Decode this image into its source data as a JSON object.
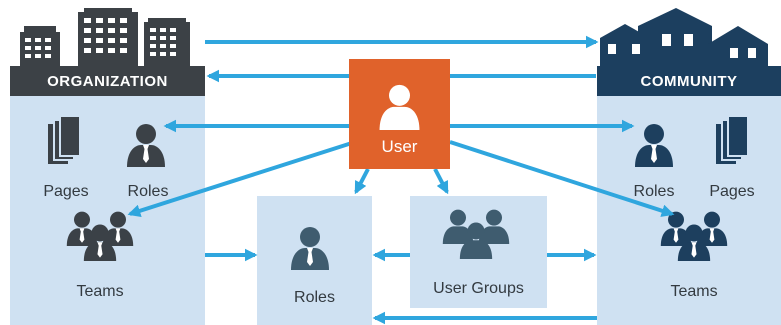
{
  "org": {
    "title": "ORGANIZATION",
    "pages": "Pages",
    "roles": "Roles",
    "teams": "Teams"
  },
  "community": {
    "title": "COMMUNITY",
    "roles": "Roles",
    "pages": "Pages",
    "teams": "Teams"
  },
  "center": {
    "user": "User",
    "roles": "Roles",
    "user_groups": "User Groups"
  },
  "colors": {
    "org_banner": "#3c4146",
    "community_banner": "#1c3f5f",
    "user_box": "#e0622b",
    "panel": "#cfe1f2",
    "arrow": "#2fa6de",
    "org_icon": "#3b4147",
    "community_icon": "#1d3f5e",
    "center_icon": "#3f5c6f"
  },
  "icons": {
    "org_building": "office-buildings-icon",
    "community_houses": "houses-icon",
    "user": "user-icon",
    "person": "person-icon",
    "team": "team-icon",
    "pages": "pages-icon"
  }
}
